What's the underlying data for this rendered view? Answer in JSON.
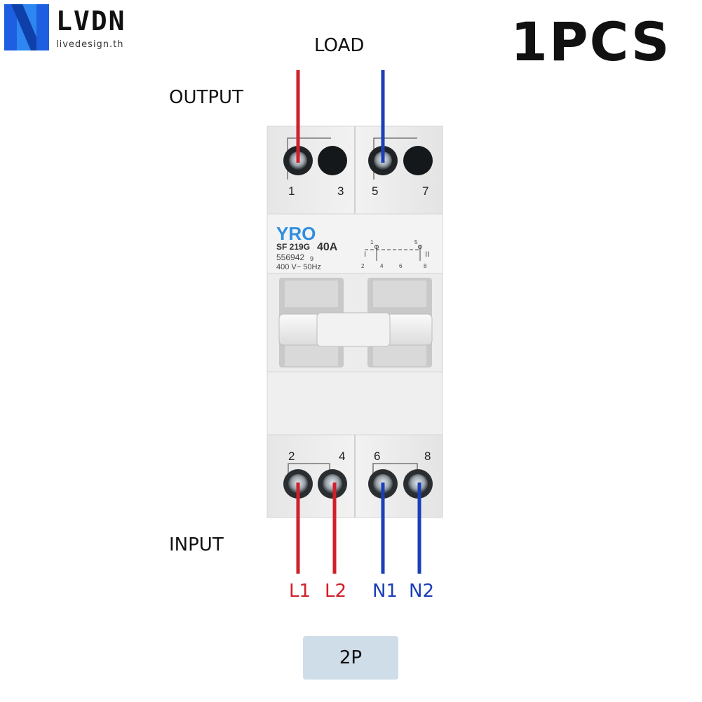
{
  "brand": {
    "name": "LVDN",
    "sub": "livedesign.th",
    "logo_color": "#1d5fe0"
  },
  "quantity": "1PCS",
  "labels": {
    "load": "LOAD",
    "output": "OUTPUT",
    "input": "INPUT"
  },
  "device": {
    "brand": "YRO",
    "model": "SF 219G",
    "rating": "40A",
    "code": "556942",
    "code_suffix": "9",
    "spec": "400 V~ 50Hz",
    "top_terminals": [
      "1",
      "3",
      "5",
      "7"
    ],
    "bottom_terminals": [
      "2",
      "4",
      "6",
      "8"
    ],
    "schematic": {
      "pos_left": "I",
      "pos_right": "II",
      "top_left": "1",
      "top_right": "5",
      "bottom": [
        "2",
        "4",
        "6",
        "8"
      ]
    }
  },
  "wires": {
    "inputs": [
      "L1",
      "L2",
      "N1",
      "N2"
    ],
    "red": "#d0202a",
    "blue": "#1a3fb8"
  },
  "pole_badge": "2P"
}
